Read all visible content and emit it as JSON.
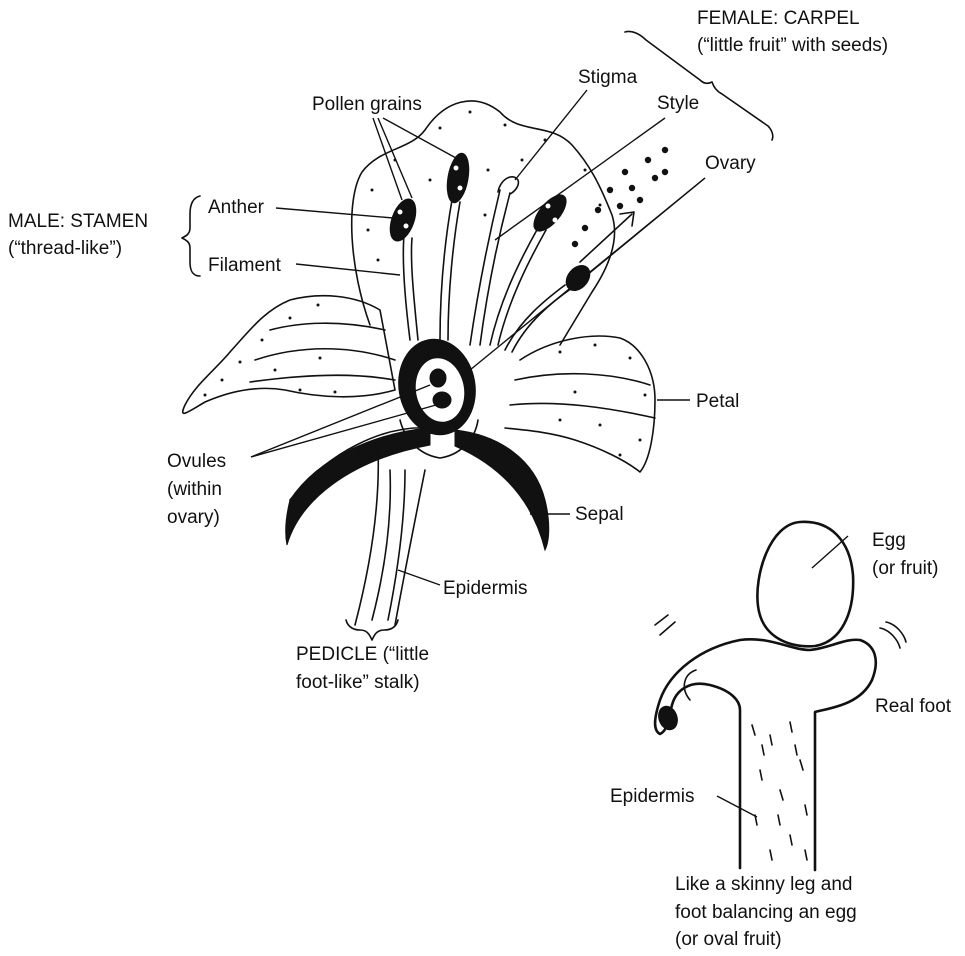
{
  "labels": {
    "female_carpel": "FEMALE: CARPEL",
    "female_carpel_sub": "(“little fruit” with seeds)",
    "stigma": "Stigma",
    "style": "Style",
    "ovary": "Ovary",
    "pollen_grains": "Pollen grains",
    "male_stamen": "MALE: STAMEN",
    "male_stamen_sub": "(“thread-like”)",
    "anther": "Anther",
    "filament": "Filament",
    "petal": "Petal",
    "ovules_1": "Ovules",
    "ovules_2": "(within",
    "ovules_3": "ovary)",
    "sepal": "Sepal",
    "epidermis_flower": "Epidermis",
    "pedicle_1": "PEDICLE (“little",
    "pedicle_2": "foot-like” stalk)",
    "egg_1": "Egg",
    "egg_2": "(or fruit)",
    "real_foot": "Real foot",
    "epidermis_leg": "Epidermis",
    "caption_1": "Like a skinny leg and",
    "caption_2": "foot balancing an egg",
    "caption_3": "(or oval fruit)"
  }
}
